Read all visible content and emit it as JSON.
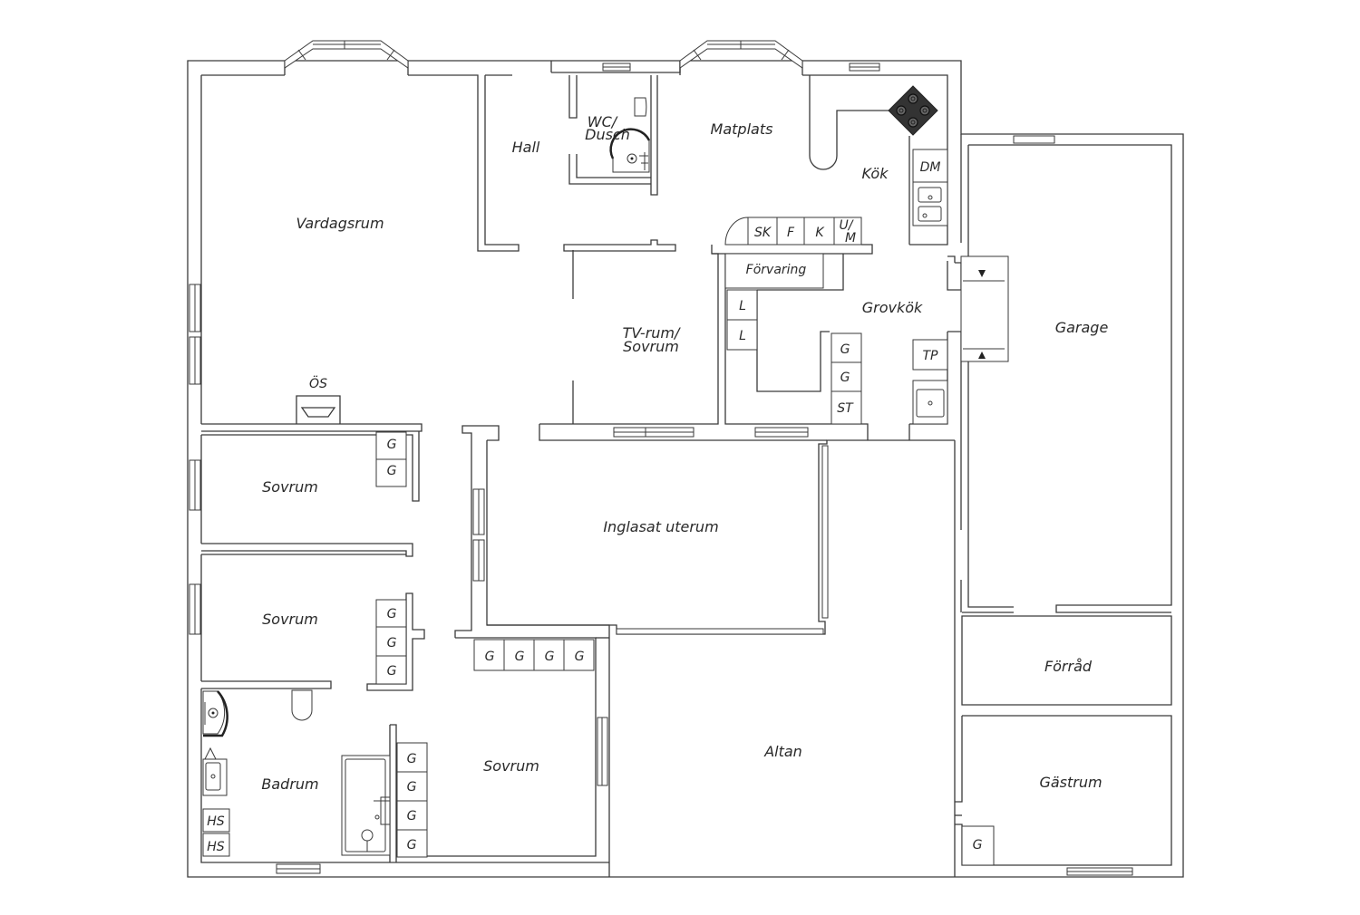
{
  "rooms": {
    "vardagsrum": "Vardagsrum",
    "hall": "Hall",
    "wc_line1": "WC/",
    "wc_line2": "Dusch",
    "matplats": "Matplats",
    "kok": "Kök",
    "tvrum_line1": "TV-rum/",
    "tvrum_line2": "Sovrum",
    "grovkok": "Grovkök",
    "garage": "Garage",
    "sovrum": "Sovrum",
    "inglasat": "Inglasat uterum",
    "badrum": "Badrum",
    "altan": "Altan",
    "forrad": "Förråd",
    "gastrum": "Gästrum"
  },
  "fixtures": {
    "os": "ÖS",
    "sk": "SK",
    "f": "F",
    "k": "K",
    "um_line1": "U/",
    "um_line2": "M",
    "dm": "DM",
    "forvaring": "Förvaring",
    "l": "L",
    "tp": "TP",
    "g": "G",
    "st": "ST",
    "hs": "HS"
  }
}
